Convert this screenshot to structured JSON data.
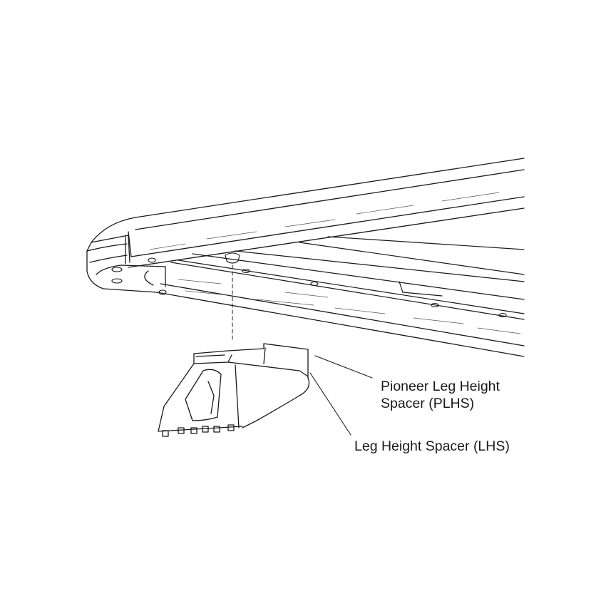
{
  "diagram": {
    "type": "exploded-assembly-line-drawing",
    "callouts": [
      {
        "id": "plhs",
        "line1": "Pioneer Leg Height",
        "line2": "Spacer (PLHS)"
      },
      {
        "id": "lhs",
        "line1": "Leg Height Spacer (LHS)"
      }
    ],
    "colors": {
      "line": "#1a1a1a",
      "background": "#ffffff"
    }
  }
}
